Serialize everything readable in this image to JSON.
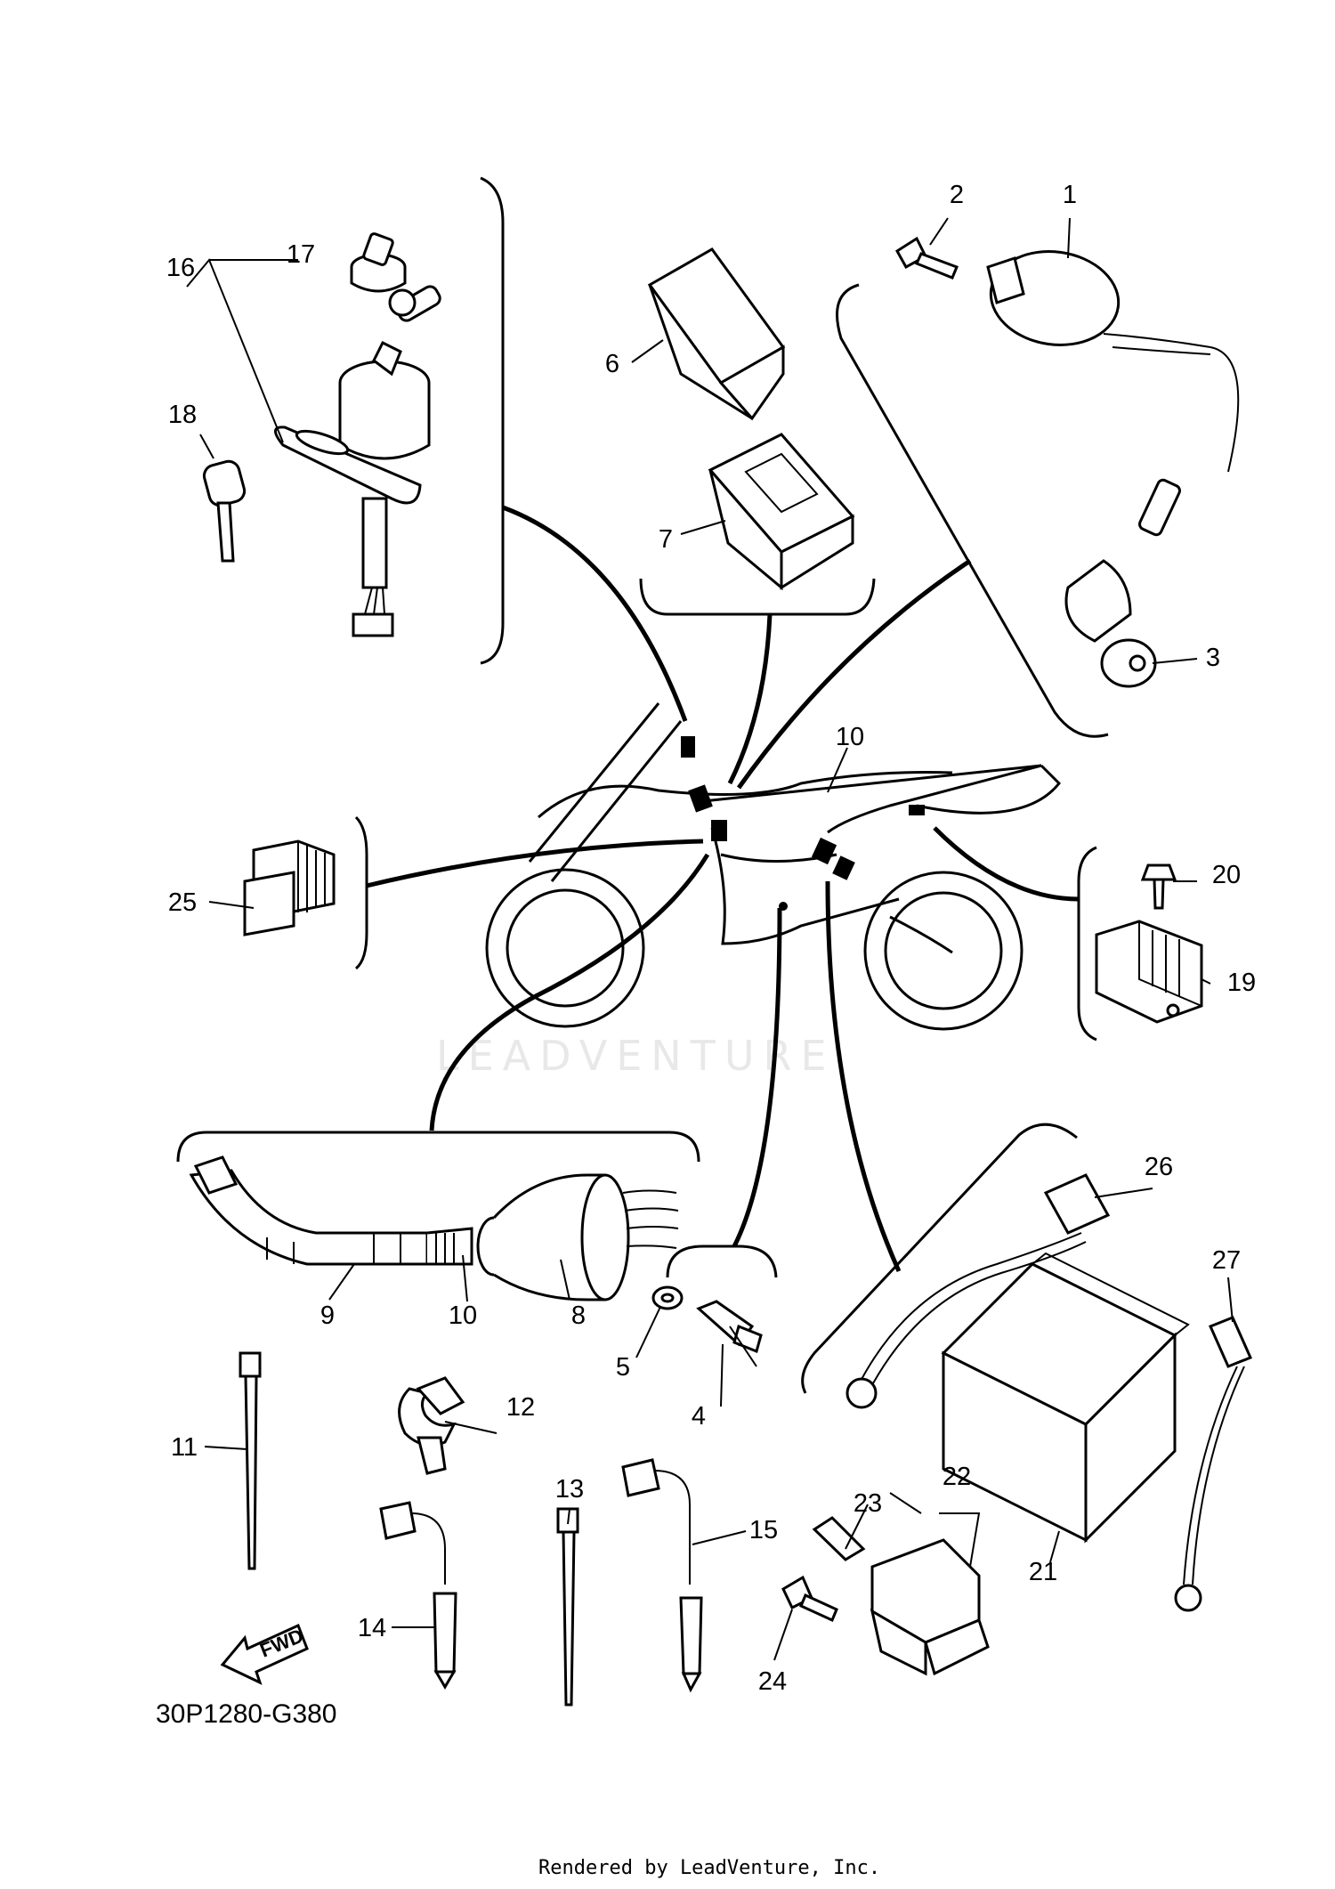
{
  "diagram": {
    "code": "30P1280-G380",
    "fwd": "FWD",
    "watermark": "LEADVENTURE",
    "credit": "Rendered by LeadVenture, Inc.",
    "labels": {
      "p1": "1",
      "p2": "2",
      "p3": "3",
      "p4": "4",
      "p5": "5",
      "p6": "6",
      "p7": "7",
      "p8": "8",
      "p9": "9",
      "p10a": "10",
      "p10b": "10",
      "p11": "11",
      "p12": "12",
      "p13": "13",
      "p14": "14",
      "p15": "15",
      "p16": "16",
      "p17": "17",
      "p18": "18",
      "p19": "19",
      "p20": "20",
      "p21": "21",
      "p22": "22",
      "p23": "23",
      "p24": "24",
      "p25": "25",
      "p26": "26",
      "p27": "27"
    }
  }
}
